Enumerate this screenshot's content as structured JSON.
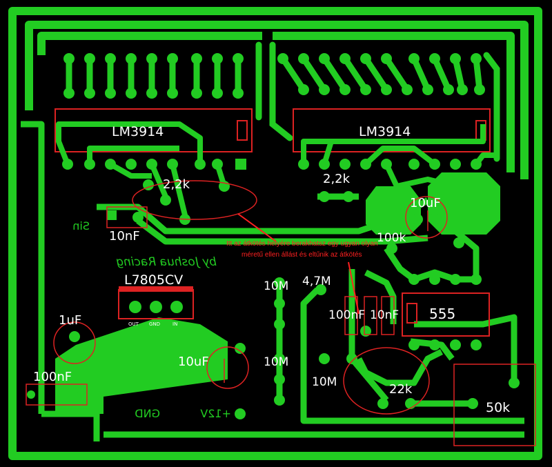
{
  "colors": {
    "background": "#000000",
    "copper": "#22cc22",
    "silkscreen": "#ffffff",
    "outline": "#dd2222",
    "annotation": "#ff2020"
  },
  "board": {
    "ic_left_label": "LM3914",
    "ic_right_label": "LM3914",
    "timer_label": "555",
    "regulator_label": "L7805CV",
    "regulator_pins": [
      "IN",
      "GND",
      "OUT"
    ],
    "credit_text": "by Joshua Racing",
    "sin_label": "Sin",
    "gnd_label": "GND",
    "supply_label": "+12V"
  },
  "components": {
    "r_2k2_left": "2,2k",
    "r_2k2_right": "2,2k",
    "c_10nf_left": "10nF",
    "c_10uf_top": "10uF",
    "r_100k": "100k",
    "r_10m_top": "10M",
    "r_4m7": "4,7M",
    "c_100nf_mid": "100nF",
    "c_10nf_mid": "10nF",
    "r_10m_mid": "10M",
    "r_10m_bottom": "10M",
    "r_22k": "22k",
    "pot_50k": "50k",
    "c_1uf": "1uF",
    "c_100nf_left": "100nF",
    "c_10uf_bottom": "10uF"
  },
  "annotation": {
    "line1": "Itt az átkötés helyére berakhatsz egy ugyan olyan",
    "line2": "méretű ellen állást és eltűnik az átkötés"
  }
}
